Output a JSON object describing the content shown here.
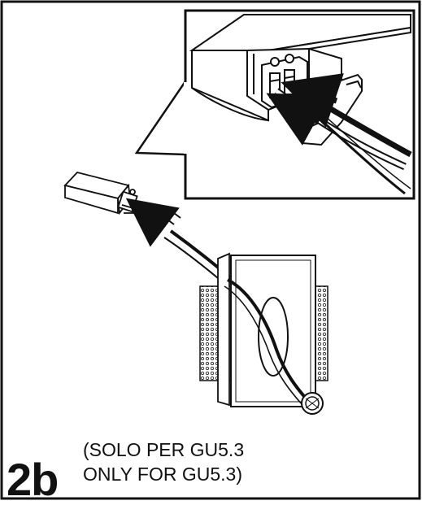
{
  "step": {
    "number": "2b"
  },
  "caption": {
    "line1": "(SOLO PER GU5.3",
    "line2": "ONLY FOR GU5.3)"
  },
  "figure": {
    "parts": [
      "led-driver",
      "terminal-block",
      "connection-wires",
      "recessed-spotlight-frame",
      "gu5.3-lamp-holder"
    ],
    "colors": {
      "ink": "#111111",
      "paper": "#ffffff"
    }
  }
}
